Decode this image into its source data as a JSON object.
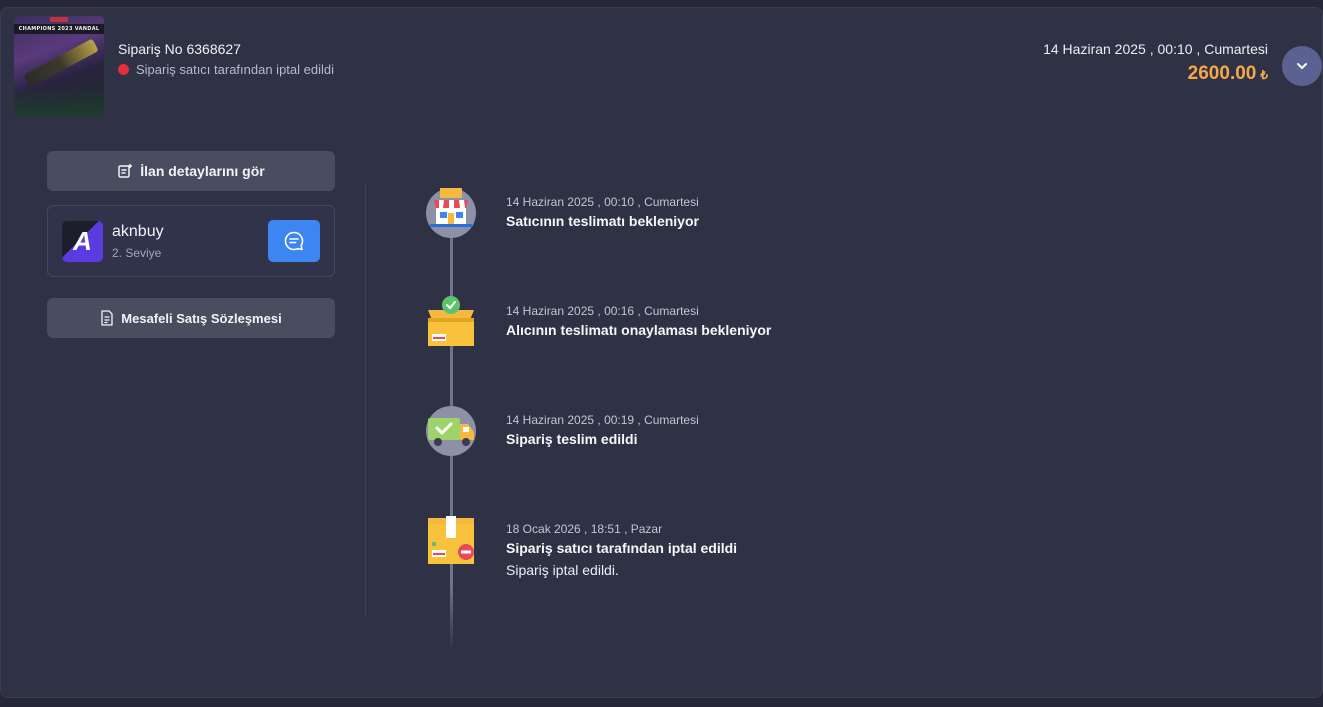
{
  "header": {
    "thumbnail_banner": "CHAMPIONS 2023 VANDAL",
    "order_number": "Sipariş No 6368627",
    "status_text": "Sipariş satıcı tarafından iptal edildi",
    "status_color": "#e0303a",
    "date": "14 Haziran 2025 , 00:10 , Cumartesi",
    "price": "2600.00",
    "currency": "₺",
    "expand_icon": "chevron-down-icon"
  },
  "sidebar": {
    "details_button": "İlan detaylarını gör",
    "details_icon": "listing-icon",
    "seller": {
      "name": "aknbuy",
      "level": "2. Seviye",
      "logo_letter": "A",
      "chat_icon": "chat-icon"
    },
    "contract_button": "Mesafeli Satış Sözleşmesi",
    "contract_icon": "document-icon"
  },
  "timeline": [
    {
      "date": "14 Haziran 2025 , 00:10 , Cumartesi",
      "title": "Satıcının teslimatı bekleniyor",
      "note": "",
      "icon": "store-icon"
    },
    {
      "date": "14 Haziran 2025 , 00:16 , Cumartesi",
      "title": "Alıcının teslimatı onaylaması bekleniyor",
      "note": "",
      "icon": "box-check-icon"
    },
    {
      "date": "14 Haziran 2025 , 00:19 , Cumartesi",
      "title": "Sipariş teslim edildi",
      "note": "",
      "icon": "delivery-truck-icon"
    },
    {
      "date": "18 Ocak 2026 , 18:51 , Pazar",
      "title": "Sipariş satıcı tarafından iptal edildi",
      "note": "Sipariş iptal edildi.",
      "icon": "box-cancel-icon"
    }
  ],
  "colors": {
    "accent_price": "#f5a74a",
    "chat_button": "#3d86f2",
    "expand_button": "#5b6190"
  }
}
